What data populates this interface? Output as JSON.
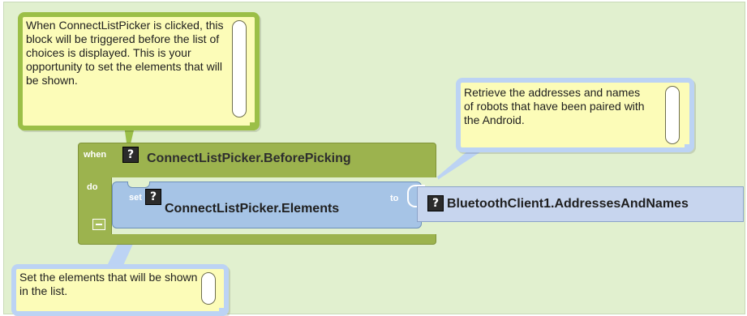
{
  "comments": {
    "top": "When ConnectListPicker is clicked, this block will be triggered before the list of choices is displayed. This is your opportunity to set the elements that will be shown.",
    "right": "Retrieve the addresses and names of robots that have been paired with the Android.",
    "bottom": "Set the elements that will be shown in the list."
  },
  "event_block": {
    "when_label": "when",
    "do_label": "do",
    "title": "ConnectListPicker.BeforePicking",
    "help_icon": "?"
  },
  "set_block": {
    "set_label": "set",
    "title": "ConnectListPicker.Elements",
    "to_label": "to",
    "help_icon": "?"
  },
  "get_block": {
    "title": "BluetoothClient1.AddressesAndNames",
    "help_icon": "?"
  },
  "colors": {
    "workspace": "#e1f0cf",
    "event_block": "#9cb34e",
    "set_block": "#a6c4e6",
    "get_block": "#c7d5ee",
    "comment_fill": "#fcfcb8",
    "comment_border_green": "#9bbf47",
    "comment_border_blue": "#bcd3f4"
  }
}
